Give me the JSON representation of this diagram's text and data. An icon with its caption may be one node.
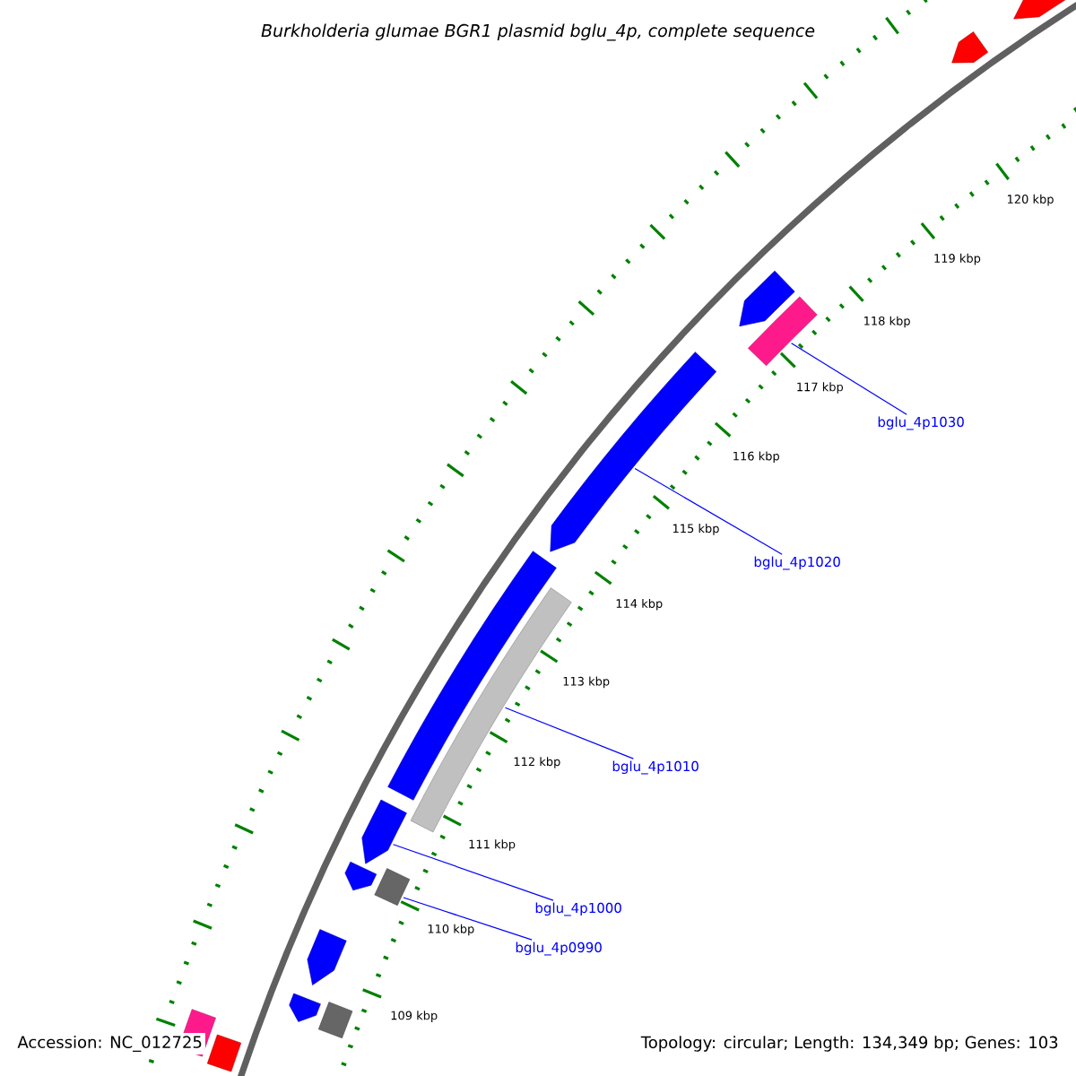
{
  "diagram": {
    "title": "Burkholderia glumae BGR1 plasmid bglu_4p, complete sequence",
    "nodes": [
      {
        "text": [
          "bglu_4p1030"
        ]
      },
      {
        "text": [
          "bglu_4p1020"
        ]
      },
      {
        "text": [
          "bglu_4p1010"
        ]
      },
      {
        "text": [
          "bglu_4p1000"
        ]
      },
      {
        "text": [
          "bglu_4p0990"
        ]
      },
      {
        "text": [],
        "shape": "pentagon"
      },
      {
        "text": [],
        "shape": "pentagon"
      },
      {
        "text": [],
        "shape": "pentagon"
      },
      {
        "text": [],
        "shape": "bar"
      },
      {
        "text": [],
        "shape": "pentagon"
      },
      {
        "text": [],
        "shape": "bar"
      },
      {
        "text": [],
        "shape": "bar"
      },
      {
        "text": [],
        "shape": "pentagon"
      },
      {
        "text": [],
        "shape": "pentagon"
      },
      {
        "text": [],
        "shape": "bar"
      },
      {
        "text": [],
        "shape": "pentagon"
      },
      {
        "text": [],
        "shape": "pentagon"
      },
      {
        "text": [],
        "shape": "bar"
      },
      {
        "text": [],
        "shape": "bar"
      },
      {
        "text": [],
        "shape": "bar"
      }
    ],
    "edges": [
      {
        "from": 0,
        "to": 8,
        "arrow": "none"
      },
      {
        "from": 1,
        "to": 9,
        "arrow": "none"
      },
      {
        "from": 2,
        "to": 11,
        "arrow": "none"
      },
      {
        "from": 3,
        "to": 12,
        "arrow": "none"
      },
      {
        "from": 4,
        "to": 14,
        "arrow": "none"
      }
    ],
    "labels": [
      "120 kbp",
      "119 kbp",
      "118 kbp",
      "117 kbp",
      "116 kbp",
      "115 kbp",
      "114 kbp",
      "113 kbp",
      "112 kbp",
      "111 kbp",
      "110 kbp",
      "109 kbp",
      "Accession: NC_012725",
      "Topology: circular; Length: 134,349 bp; Genes: 103"
    ]
  }
}
